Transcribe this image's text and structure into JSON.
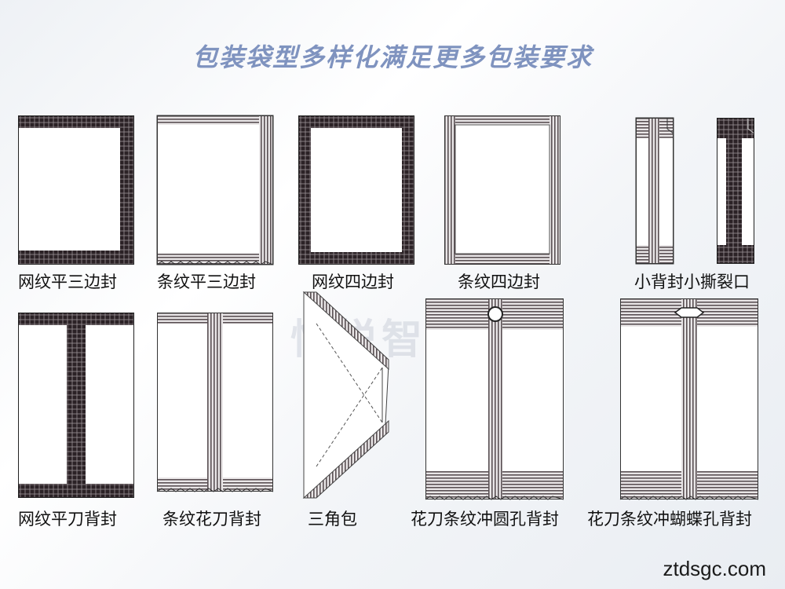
{
  "title": "包装袋型多样化满足更多包装要求",
  "watermark": "恒悦智能",
  "site": "ztdsgc.com",
  "bag_types": [
    "网纹平三边封",
    "条纹平三边封",
    "网纹四边封",
    "条纹四边封",
    "小背封小撕裂口",
    "网纹平刀背封",
    "条纹花刀背封",
    "三角包",
    "花刀条纹冲圆孔背封",
    "花刀条纹冲蝴蝶孔背封"
  ],
  "colors": {
    "mesh_dark": "#2b2226",
    "stripe_dark": "#4a4044",
    "title": "#7f93bf"
  }
}
